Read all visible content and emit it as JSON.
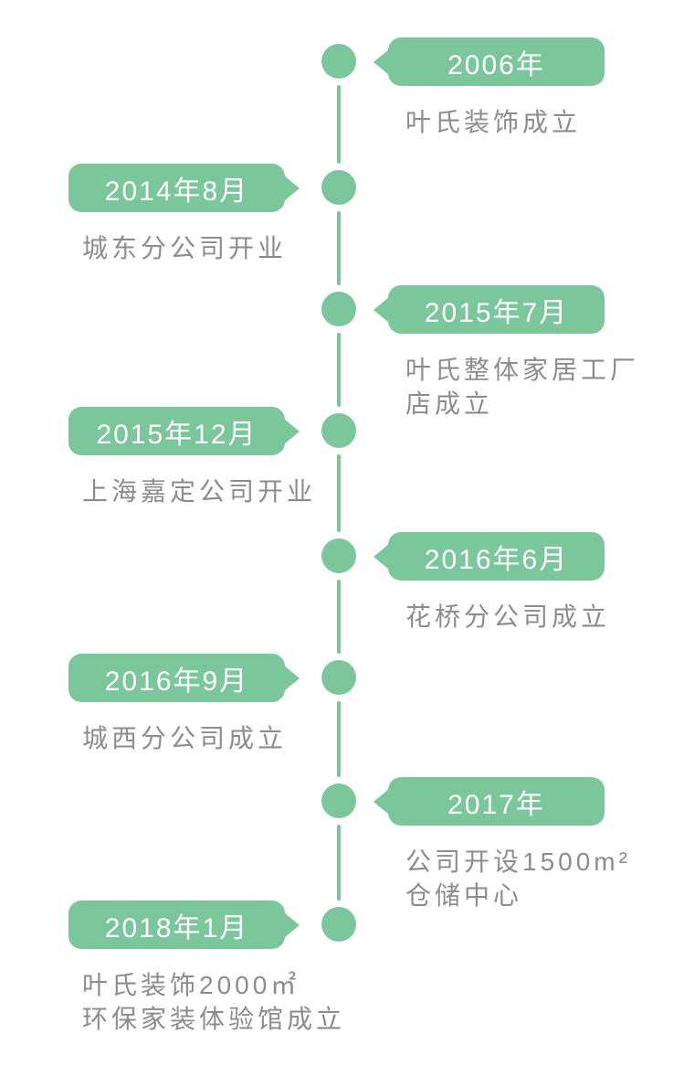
{
  "timeline": {
    "accent_color": "#7cc69c",
    "date_text_color": "#ffffff",
    "description_text_color": "#8c8c8c",
    "items": [
      {
        "side": "right",
        "date": "2006年",
        "desc_lines": [
          "叶氏装饰成立"
        ]
      },
      {
        "side": "left",
        "date": "2014年8月",
        "desc_lines": [
          "城东分公司开业"
        ]
      },
      {
        "side": "right",
        "date": "2015年7月",
        "desc_lines": [
          "叶氏整体家居工厂",
          "店成立"
        ]
      },
      {
        "side": "left",
        "date": "2015年12月",
        "desc_lines": [
          "上海嘉定公司开业"
        ]
      },
      {
        "side": "right",
        "date": "2016年6月",
        "desc_lines": [
          "花桥分公司成立"
        ]
      },
      {
        "side": "left",
        "date": "2016年9月",
        "desc_lines": [
          "城西分公司成立"
        ]
      },
      {
        "side": "right",
        "date": "2017年",
        "desc_lines": [
          "公司开设1500m²",
          "仓储中心"
        ]
      },
      {
        "side": "left",
        "date": "2018年1月",
        "desc_lines": [
          "叶氏装饰2000㎡",
          "环保家装体验馆成立"
        ]
      }
    ]
  }
}
